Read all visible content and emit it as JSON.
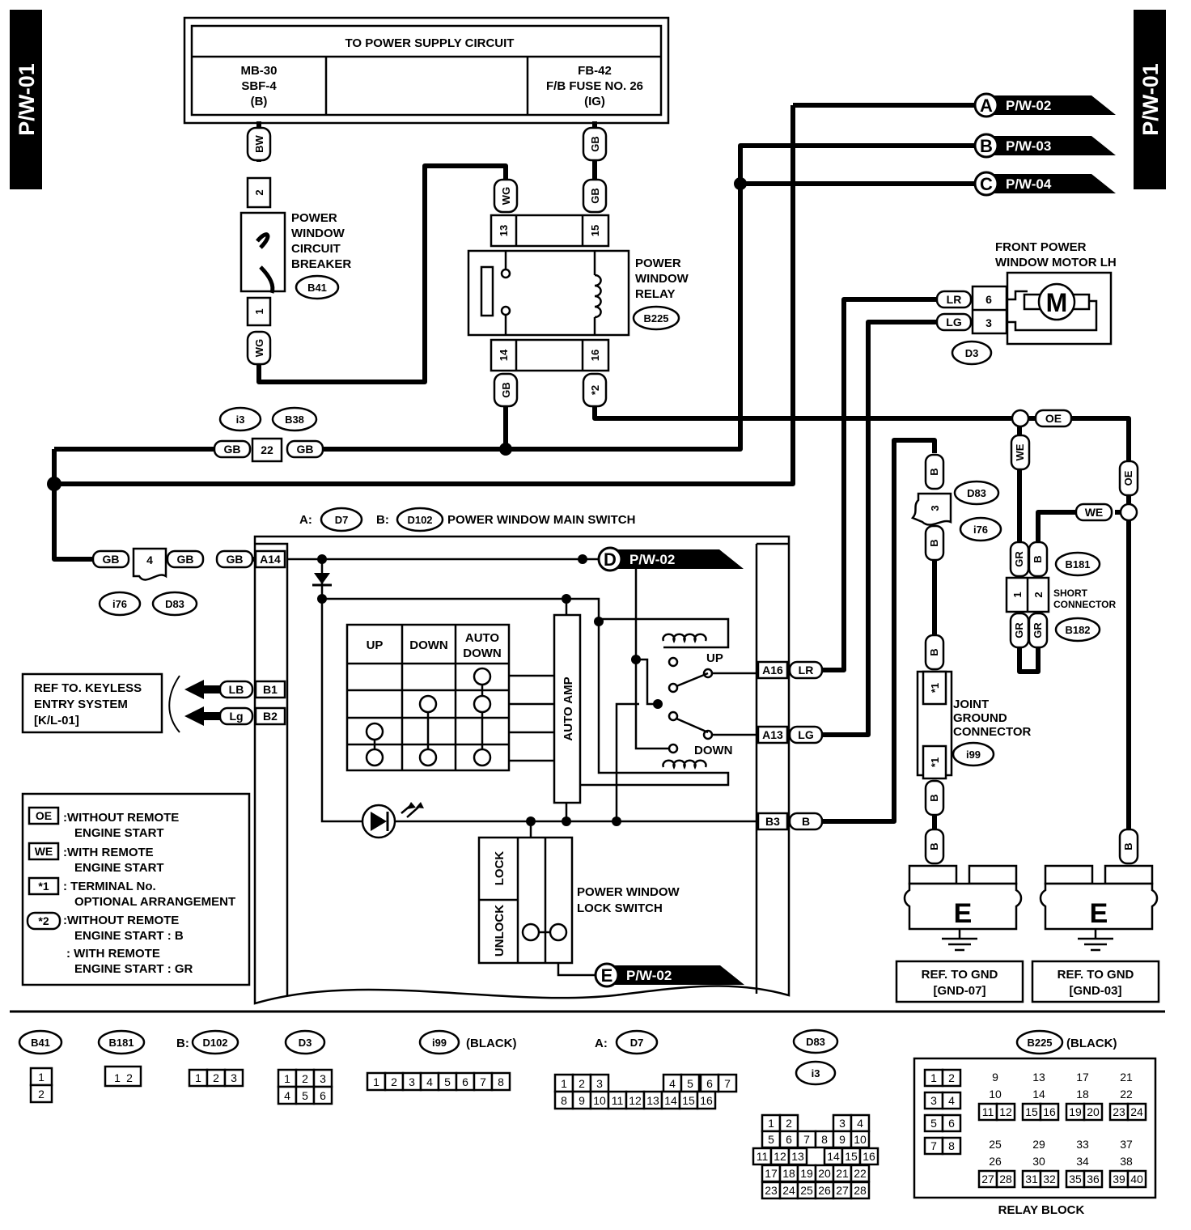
{
  "page": {
    "code": "P/W-01"
  },
  "power_supply": {
    "title": "TO POWER SUPPLY CIRCUIT",
    "left": [
      "MB-30",
      "SBF-4",
      "(B)"
    ],
    "right": [
      "FB-42",
      "F/B FUSE NO. 26",
      "(IG)"
    ]
  },
  "connectors_out": [
    {
      "letter": "A",
      "ref": "P/W-02"
    },
    {
      "letter": "B",
      "ref": "P/W-03"
    },
    {
      "letter": "C",
      "ref": "P/W-04"
    },
    {
      "letter": "D",
      "ref": "P/W-02"
    },
    {
      "letter": "E",
      "ref": "P/W-02"
    }
  ],
  "breaker": {
    "label": [
      "POWER",
      "WINDOW",
      "CIRCUIT",
      "BREAKER"
    ],
    "id": "B41",
    "pin_top": "2",
    "pin_bottom": "1",
    "wire_top": "BW",
    "wire_bottom": "WG"
  },
  "relay": {
    "label": [
      "POWER",
      "WINDOW",
      "RELAY"
    ],
    "id": "B225",
    "pins": [
      "13",
      "15",
      "14",
      "16"
    ],
    "wires": [
      "WG",
      "GB",
      "GB",
      "GB",
      "*2"
    ]
  },
  "motor": {
    "label": [
      "FRONT POWER",
      "WINDOW MOTOR LH"
    ],
    "id": "D3",
    "symbol": "M",
    "pins": [
      "6",
      "3"
    ],
    "wires": [
      "LR",
      "LG"
    ]
  },
  "junction_i3": {
    "ids": [
      "i3",
      "B38"
    ],
    "pin": "22",
    "wire": "GB"
  },
  "junction_i76": {
    "ids": [
      "i76",
      "D83"
    ],
    "pin": "4",
    "wire": "GB"
  },
  "main_switch": {
    "prefix_a": "A:",
    "id_a": "D7",
    "prefix_b": "B:",
    "id_b": "D102",
    "title": "POWER WINDOW MAIN SWITCH",
    "table_headers": [
      "UP",
      "DOWN",
      "AUTO DOWN"
    ],
    "amp": "AUTO AMP",
    "relay_up": "UP",
    "relay_down": "DOWN",
    "terminals_left": [
      "A14",
      "B1",
      "B2"
    ],
    "terminals_right": [
      "A16",
      "A13",
      "B3"
    ],
    "wires": [
      "GB",
      "LB",
      "Lg",
      "LR",
      "LG",
      "B"
    ]
  },
  "lock_switch": {
    "label": [
      "POWER WINDOW",
      "LOCK SWITCH"
    ],
    "states": [
      "LOCK",
      "UNLOCK"
    ]
  },
  "keyless": {
    "lines": [
      "REF TO. KEYLESS",
      "ENTRY  SYSTEM",
      "[K/L-01]"
    ]
  },
  "legend": [
    {
      "key": "OE",
      "lines": [
        ":WITHOUT REMOTE",
        "ENGINE START"
      ]
    },
    {
      "key": "WE",
      "lines": [
        ":WITH REMOTE",
        "ENGINE START"
      ]
    },
    {
      "key": "*1",
      "lines": [
        ": TERMINAL No.",
        "OPTIONAL ARRANGEMENT"
      ]
    },
    {
      "key": "*2",
      "lines": [
        ":WITHOUT REMOTE",
        "ENGINE START : B",
        ": WITH REMOTE",
        "ENGINE START : GR"
      ]
    }
  ],
  "right_side": {
    "oe": "OE",
    "we": "WE",
    "b": "B",
    "gr": "GR",
    "d83": "D83",
    "i76": "i76",
    "pin3": "3",
    "short_ids": [
      "B181",
      "B182"
    ],
    "short_label": [
      "SHORT",
      "CONNECTOR"
    ],
    "short_pins": [
      "1",
      "2"
    ],
    "joint_label": [
      "JOINT",
      "GROUND",
      "CONNECTOR"
    ],
    "joint_id": "i99",
    "star1": "*1",
    "ground": "E",
    "gnd_refs": [
      [
        "REF. TO GND",
        "[GND-07]"
      ],
      [
        "REF. TO GND",
        "[GND-03]"
      ]
    ]
  },
  "connector_views": {
    "B41": {
      "id": "B41",
      "pins": [
        "1",
        "2"
      ]
    },
    "B181": {
      "id": "B181",
      "pins": [
        "1",
        "2"
      ]
    },
    "D102": {
      "prefix": "B:",
      "id": "D102",
      "pins": [
        "1",
        "2",
        "3"
      ]
    },
    "D3": {
      "id": "D3",
      "pins": [
        "1",
        "2",
        "3",
        "4",
        "5",
        "6"
      ]
    },
    "i99": {
      "id": "i99",
      "color": "(BLACK)",
      "pins": [
        "1",
        "2",
        "3",
        "4",
        "5",
        "6",
        "7",
        "8"
      ]
    },
    "D7": {
      "prefix": "A:",
      "id": "D7",
      "pins": [
        "1",
        "2",
        "3",
        "4",
        "5",
        "6",
        "7",
        "8",
        "9",
        "10",
        "11",
        "12",
        "13",
        "14",
        "15",
        "16"
      ]
    },
    "D83": {
      "ids": [
        "D83",
        "i3"
      ],
      "pins": [
        "1",
        "2",
        "3",
        "4",
        "5",
        "6",
        "7",
        "8",
        "9",
        "10",
        "11",
        "12",
        "13",
        "14",
        "15",
        "16",
        "17",
        "18",
        "19",
        "20",
        "21",
        "22",
        "23",
        "24",
        "25",
        "26",
        "27",
        "28"
      ]
    },
    "B225": {
      "id": "B225",
      "color": "(BLACK)",
      "caption": "RELAY BLOCK",
      "pins": [
        "1",
        "2",
        "3",
        "4",
        "5",
        "6",
        "7",
        "8",
        "9",
        "10",
        "11",
        "12",
        "13",
        "14",
        "15",
        "16",
        "17",
        "18",
        "19",
        "20",
        "21",
        "22",
        "23",
        "24",
        "25",
        "26",
        "27",
        "28",
        "29",
        "30",
        "31",
        "32",
        "33",
        "34",
        "35",
        "36",
        "37",
        "38",
        "39",
        "40"
      ]
    }
  }
}
